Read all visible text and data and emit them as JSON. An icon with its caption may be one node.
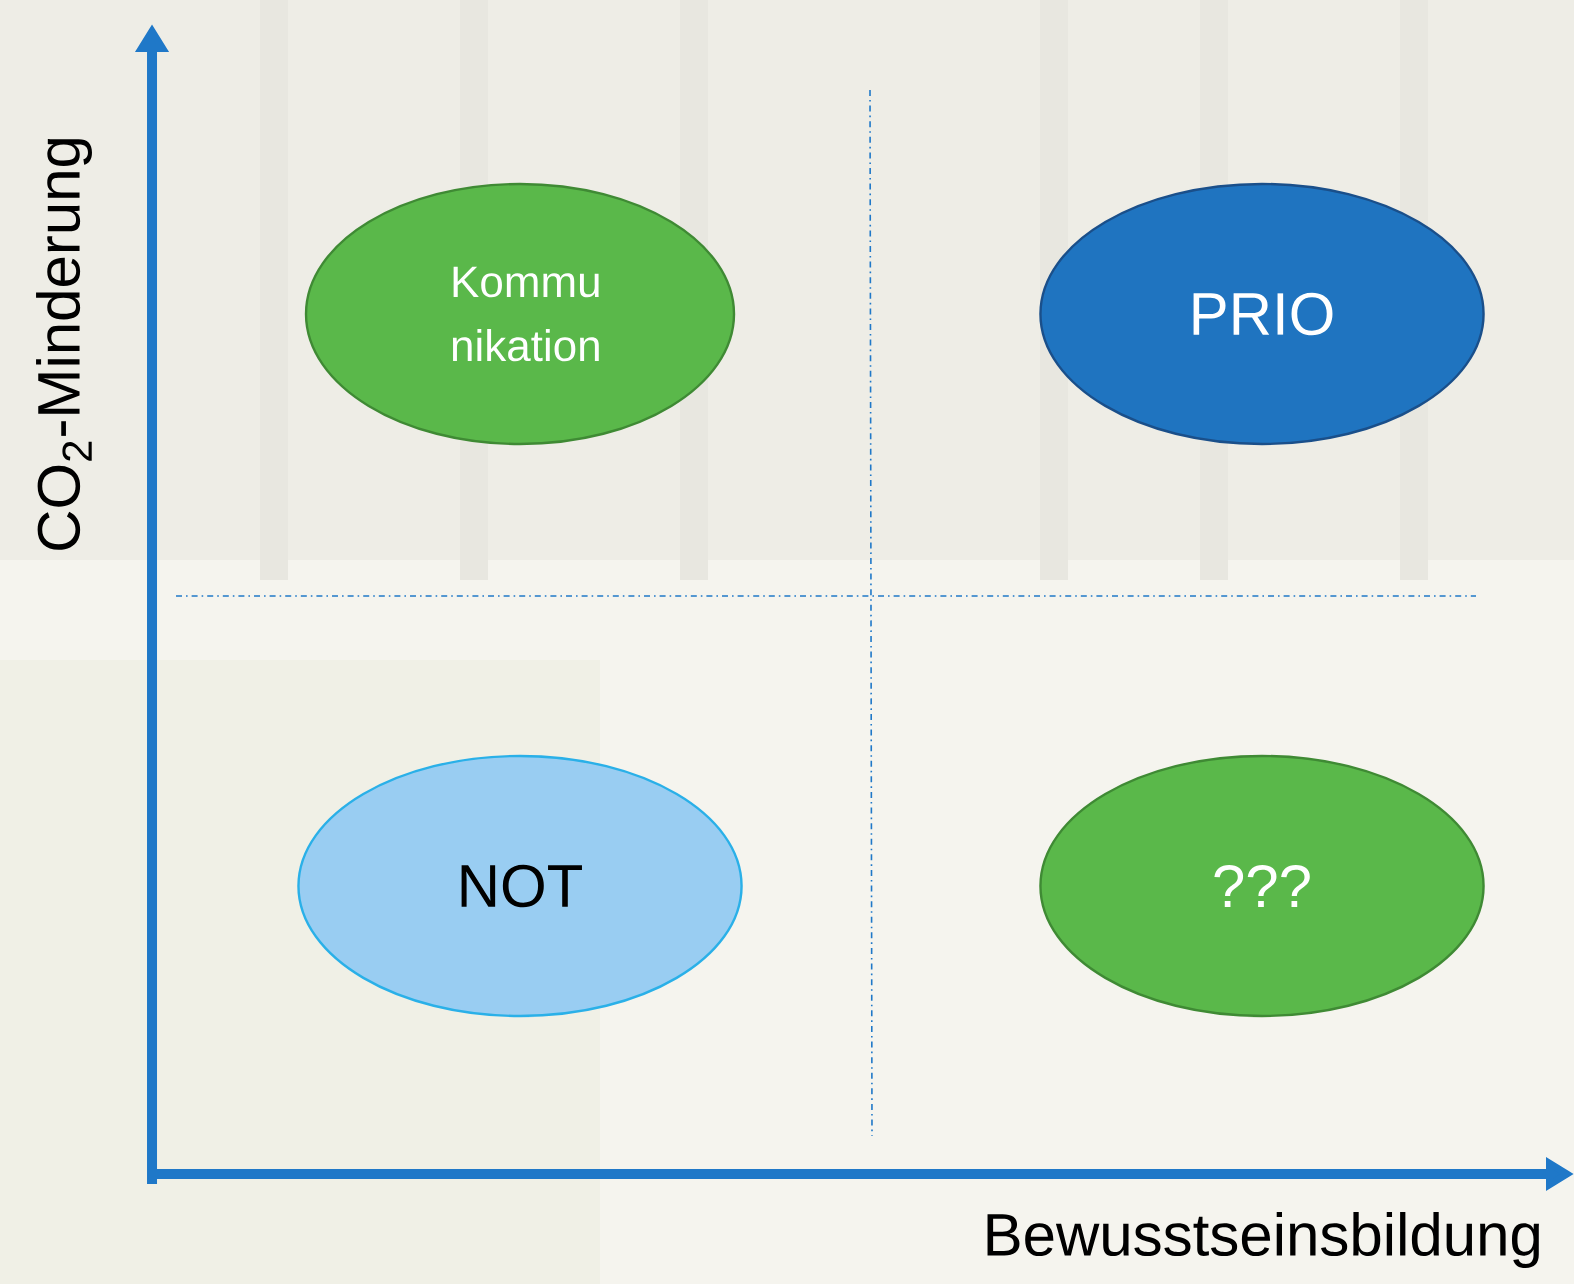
{
  "diagram": {
    "nodes": [
      {
        "text": [
          "Kommu nikation"
        ]
      },
      {
        "text": [
          "PRIO"
        ]
      },
      {
        "text": [
          "NOT"
        ]
      },
      {
        "text": [
          "???"
        ]
      }
    ],
    "labels": [
      "CO$_{2}$-Minderung",
      "Bewusstseinsbildung"
    ]
  }
}
